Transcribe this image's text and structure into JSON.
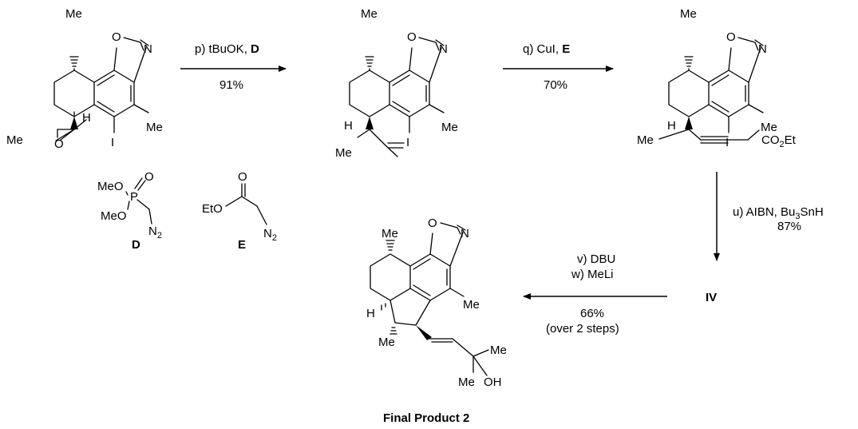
{
  "labels": {
    "me": "Me",
    "h": "H",
    "iodo": "I",
    "o": "O",
    "n": "N",
    "co2et_main": "CO",
    "co2et_sub": "2",
    "co2et_tail": "Et",
    "oh": "OH",
    "p": "P",
    "meo": "MeO",
    "eto": "EtO",
    "n2_main": "N",
    "n2_sub": "2"
  },
  "reagents": {
    "D": "D",
    "E": "E"
  },
  "steps": [
    {
      "line1": "p) tBuOK, ",
      "bold": "D",
      "yield": "91%"
    },
    {
      "line1": "q) CuI, ",
      "bold": "E",
      "yield": "70%"
    },
    {
      "line1_a": "u) AIBN, Bu",
      "sub": "3",
      "line1_b": "SnH",
      "yield": "87%"
    },
    {
      "line1": "v) DBU",
      "line2": "w) MeLi",
      "yield": "66%",
      "note": "(over 2 steps)"
    }
  ],
  "intermediate": "IV",
  "final_label": "Final Product 2"
}
